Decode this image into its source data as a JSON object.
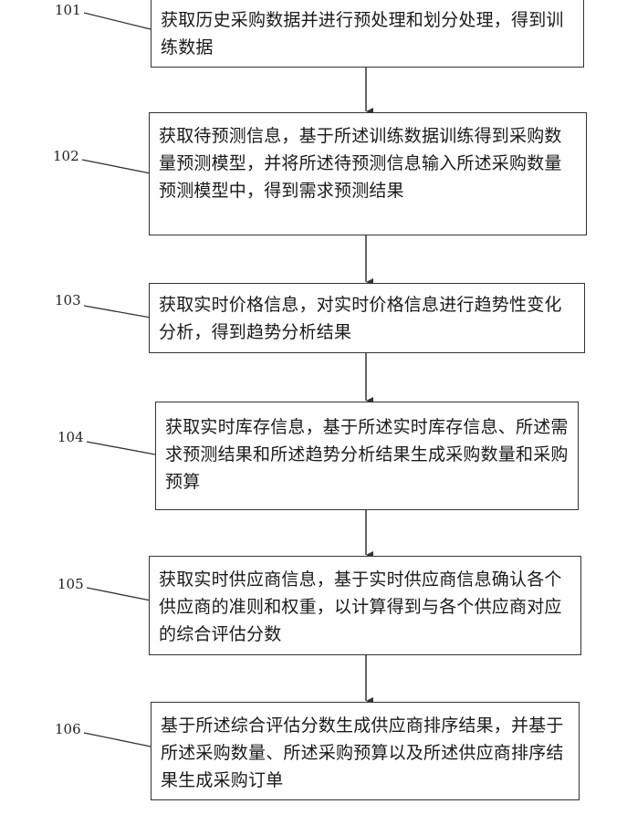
{
  "steps": [
    {
      "label": "101",
      "text": "获取历史采购数据并进行预处理和划分处理，得到训练数据"
    },
    {
      "label": "102",
      "text": "获取待预测信息，基于所述训练数据训练得到采购数量预测模型，并将所述待预测信息输入所述采购数量预测模型中，得到需求预测结果"
    },
    {
      "label": "103",
      "text": "获取实时价格信息，对实时价格信息进行趋势性变化分析，得到趋势分析结果"
    },
    {
      "label": "104",
      "text": "获取实时库存信息，基于所述实时库存信息、所述需求预测结果和所述趋势分析结果生成采购数量和采购预算"
    },
    {
      "label": "105",
      "text": "获取实时供应商信息，基于实时供应商信息确认各个供应商的准则和权重，以计算得到与各个供应商对应的综合评估分数"
    },
    {
      "label": "106",
      "text": "基于所述综合评估分数生成供应商排序结果，并基于所述采购数量、所述采购预算以及所述供应商排序结果生成采购订单"
    }
  ]
}
